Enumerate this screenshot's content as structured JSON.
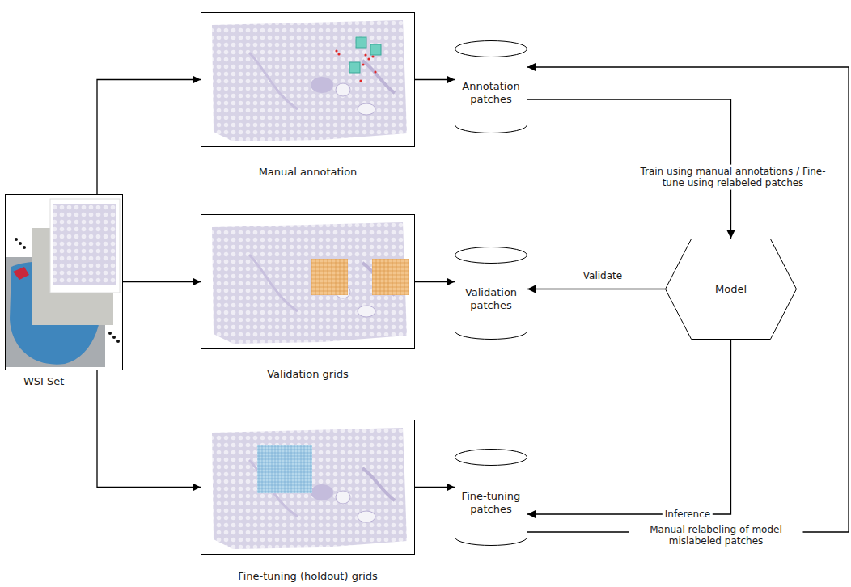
{
  "diagram": {
    "nodes": [
      {
        "text": [
          "WSI Set"
        ]
      },
      {
        "text": [
          "Manual annotation"
        ]
      },
      {
        "text": [
          "Validation grids"
        ]
      },
      {
        "text": [
          "Fine-tuning (holdout) grids"
        ]
      },
      {
        "text": [
          "Annotation patches"
        ]
      },
      {
        "text": [
          "Validation patches"
        ]
      },
      {
        "text": [
          "Fine-tuning patches"
        ]
      },
      {
        "text": [
          "Model"
        ]
      }
    ],
    "edges": [
      {
        "from": 0,
        "to": 1,
        "arrow": "to"
      },
      {
        "from": 0,
        "to": 2,
        "arrow": "to"
      },
      {
        "from": 0,
        "to": 3,
        "arrow": "to"
      },
      {
        "from": 1,
        "to": 4,
        "arrow": "to"
      },
      {
        "from": 2,
        "to": 5,
        "arrow": "to"
      },
      {
        "from": 3,
        "to": 6,
        "arrow": "to"
      },
      {
        "from": 4,
        "to": 7,
        "arrow": "to",
        "label": "Train using manual annotations / Fine-tune using relabeled patches"
      },
      {
        "from": 7,
        "to": 5,
        "arrow": "to",
        "label": "Validate"
      },
      {
        "from": 7,
        "to": 6,
        "arrow": "to",
        "label": "Inference"
      },
      {
        "from": 6,
        "to": 4,
        "arrow": "to",
        "label": "Manual relabeling of model mislabeled patches"
      }
    ]
  }
}
